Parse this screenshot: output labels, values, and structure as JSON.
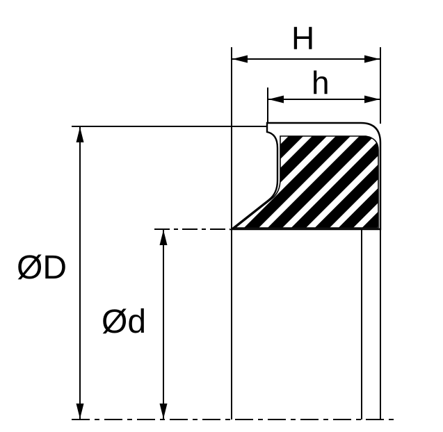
{
  "drawing": {
    "labels": {
      "total_width": "H",
      "lip_width": "h",
      "outer_diameter": "ØD",
      "inner_diameter": "Ød"
    },
    "colors": {
      "line": "#000000",
      "background": "#ffffff",
      "hatch": "#000000"
    }
  }
}
